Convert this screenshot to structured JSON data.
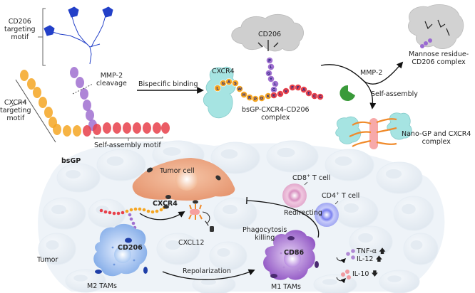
{
  "top_panel": {
    "molecule": {
      "name": "bsGP",
      "cd206_motif_label": [
        "CD206",
        "targeting",
        "motif"
      ],
      "cxcr4_motif_label": [
        "CXCR4",
        "targeting",
        "motif"
      ],
      "cleavage_label": [
        "MMP-2",
        "cleavage"
      ],
      "self_assembly_label": "Self-assembly motif"
    },
    "step1_arrow_label": "Bispecific binding",
    "complex": {
      "cd206_label": "CD206",
      "cxcr4_label": "CXCR4",
      "caption": [
        "bsGP-CXCR4-CD206",
        "complex"
      ],
      "cxcr4_residues": [
        "L",
        "G",
        "A",
        "S",
        "W",
        "H",
        "R",
        "P",
        "D",
        "K"
      ],
      "linker_residues": [
        "P",
        "L",
        "G",
        "Y",
        "L",
        "G"
      ],
      "assembly_residues": [
        "K",
        "L",
        "V",
        "F",
        "F",
        "A",
        "E",
        "C",
        "G"
      ]
    },
    "enzyme_label": "MMP-2",
    "self_assembly_label": "Self-assembly",
    "product_mannose": [
      "Mannose residue-",
      "CD206 complex"
    ],
    "product_nano": [
      "Nano-GP and CXCR4",
      "complex"
    ]
  },
  "bottom_panel": {
    "tumor_label": "Tumor",
    "tumor_cell_label": "Tumor cell",
    "cxcr4_label": "CXCR4",
    "cxcl12_label": "CXCL12",
    "cd206_label": "CD206",
    "m2_label": "M2 TAMs",
    "repolarization_label": "Repolarization",
    "phagocytosis_label": [
      "Phagocytosis",
      "killing"
    ],
    "cd86_label": "CD86",
    "m1_label": "M1 TAMs",
    "redirecting_label": "Redirecting",
    "cd8_label": "CD8",
    "cd4_label": "CD4",
    "tcell_suffix": " T cell",
    "superscript": "+",
    "cytokines": [
      {
        "name": "TNF-α",
        "trend": "up",
        "arrow": "🡅"
      },
      {
        "name": "IL-12",
        "trend": "up",
        "arrow": "🡅"
      },
      {
        "name": "IL-10",
        "trend": "down",
        "arrow": "🡇"
      }
    ]
  },
  "colors": {
    "cd206_blue": "#2340c8",
    "linker_purple": "#a070d0",
    "cxcr4_orange": "#f5a623",
    "assembly_red": "#e8404a",
    "tumor_cell": "#e9a27f",
    "m2_blue": "#9fc3f0",
    "m1_purple": "#9a5cc8",
    "cd8_pink": "#e0a8d0",
    "cd4_blue": "#9aa0f0",
    "protein_gray": "#c9c9c9",
    "protein_cyan": "#9ee0e0",
    "enzyme_green": "#3a9a3a"
  }
}
